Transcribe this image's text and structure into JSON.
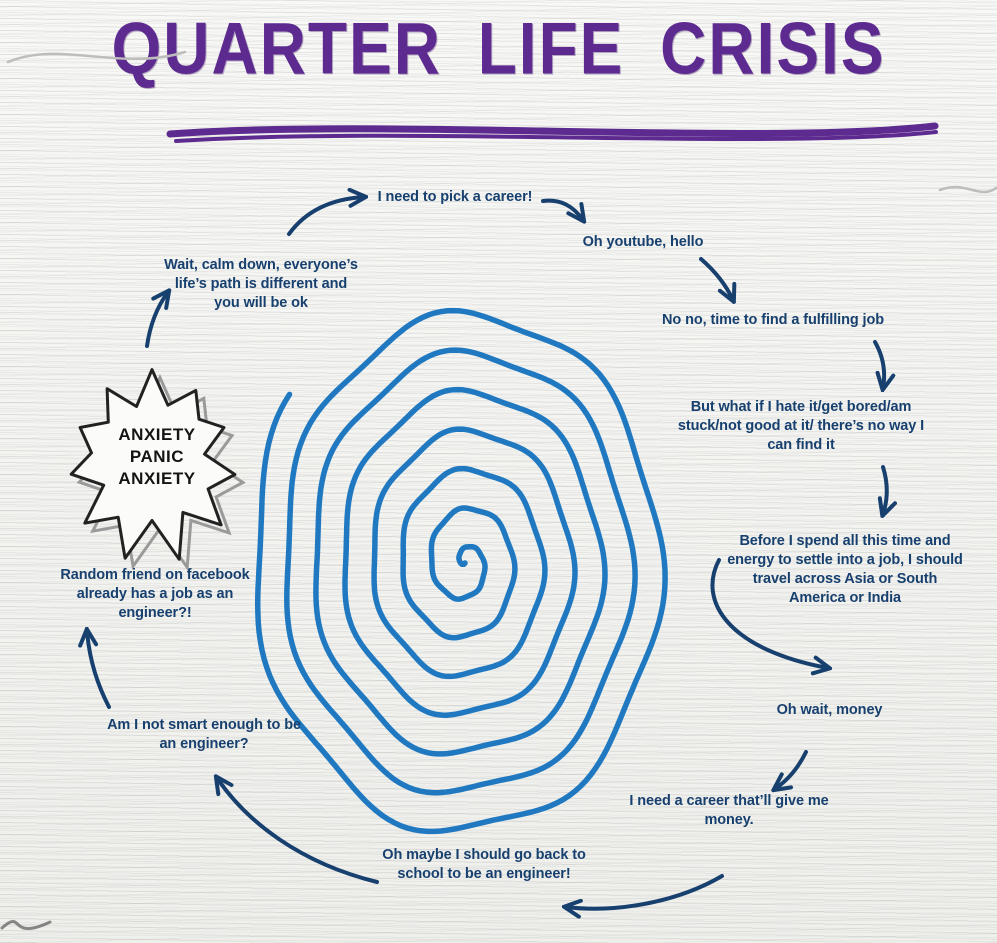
{
  "title": "QUARTER LIFE CRISIS",
  "burst": {
    "line1": "ANXIETY",
    "line2": "PANIC",
    "line3": "ANXIETY"
  },
  "thoughts": [
    {
      "id": "pick-career",
      "text": "I need to pick a career!"
    },
    {
      "id": "youtube",
      "text": "Oh youtube, hello"
    },
    {
      "id": "fulfilling-job",
      "text": "No no, time to find a fulfilling job"
    },
    {
      "id": "doubt",
      "text": "But what if I hate it/get bored/am stuck/not good at it/ there’s no way I can find it"
    },
    {
      "id": "travel",
      "text": "Before I spend all this time and energy to settle into a job, I should travel across Asia or South America or India"
    },
    {
      "id": "money",
      "text": "Oh wait, money"
    },
    {
      "id": "career-money",
      "text": "I need a career that’ll give me money."
    },
    {
      "id": "school",
      "text": "Oh maybe I should go back to school to be an engineer!"
    },
    {
      "id": "smart-enough",
      "text": "Am I not smart enough to be an engineer?"
    },
    {
      "id": "facebook",
      "text": "Random friend on facebook already has a job as an engineer?!"
    },
    {
      "id": "calm-down",
      "text": "Wait, calm down, everyone’s life’s path is different and you will be ok"
    }
  ],
  "colors": {
    "title_purple": "#5d2a90",
    "ink_navy": "#17406f",
    "spiral_blue": "#2079c0",
    "burst_text": "#141414"
  }
}
